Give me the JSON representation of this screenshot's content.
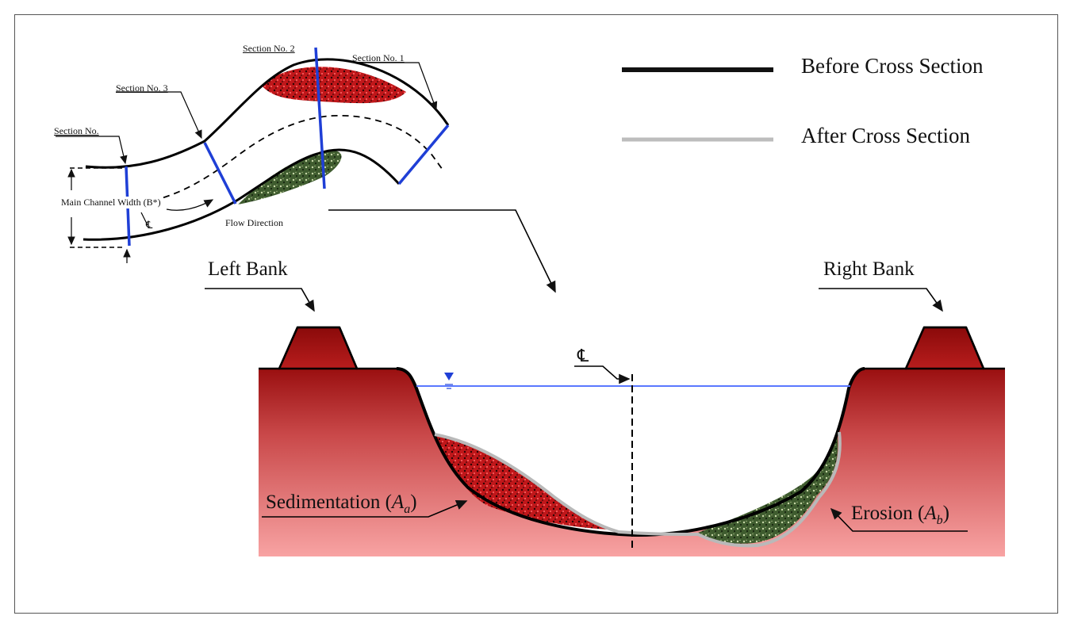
{
  "legend": {
    "before_label": "Before Cross Section",
    "after_label": "After Cross Section",
    "before_color": "#111111",
    "after_color": "#bdbdbd"
  },
  "plan_view": {
    "section_labels": [
      "Section No. 1",
      "Section No. 2",
      "Section No. 3",
      "Section No."
    ],
    "width_label": "Main Channel Width (B*)",
    "centerline_symbol": "℄",
    "flow_label": "Flow Direction",
    "section_line_color": "#1f3fd6"
  },
  "cross_section": {
    "left_bank_label": "Left Bank",
    "right_bank_label": "Right Bank",
    "centerline_symbol": "℄",
    "sedimentation_label": "Sedimentation",
    "sedimentation_symbol": "A",
    "sedimentation_sub": "a",
    "erosion_label": "Erosion",
    "erosion_symbol": "A",
    "erosion_sub": "b",
    "water_color": "#5a78ff",
    "bank_color_top": "#8f0c0c",
    "bank_color_bottom": "#f6a0a0",
    "sediment_color": "#c01818",
    "erosion_color": "#3e5a2e"
  }
}
